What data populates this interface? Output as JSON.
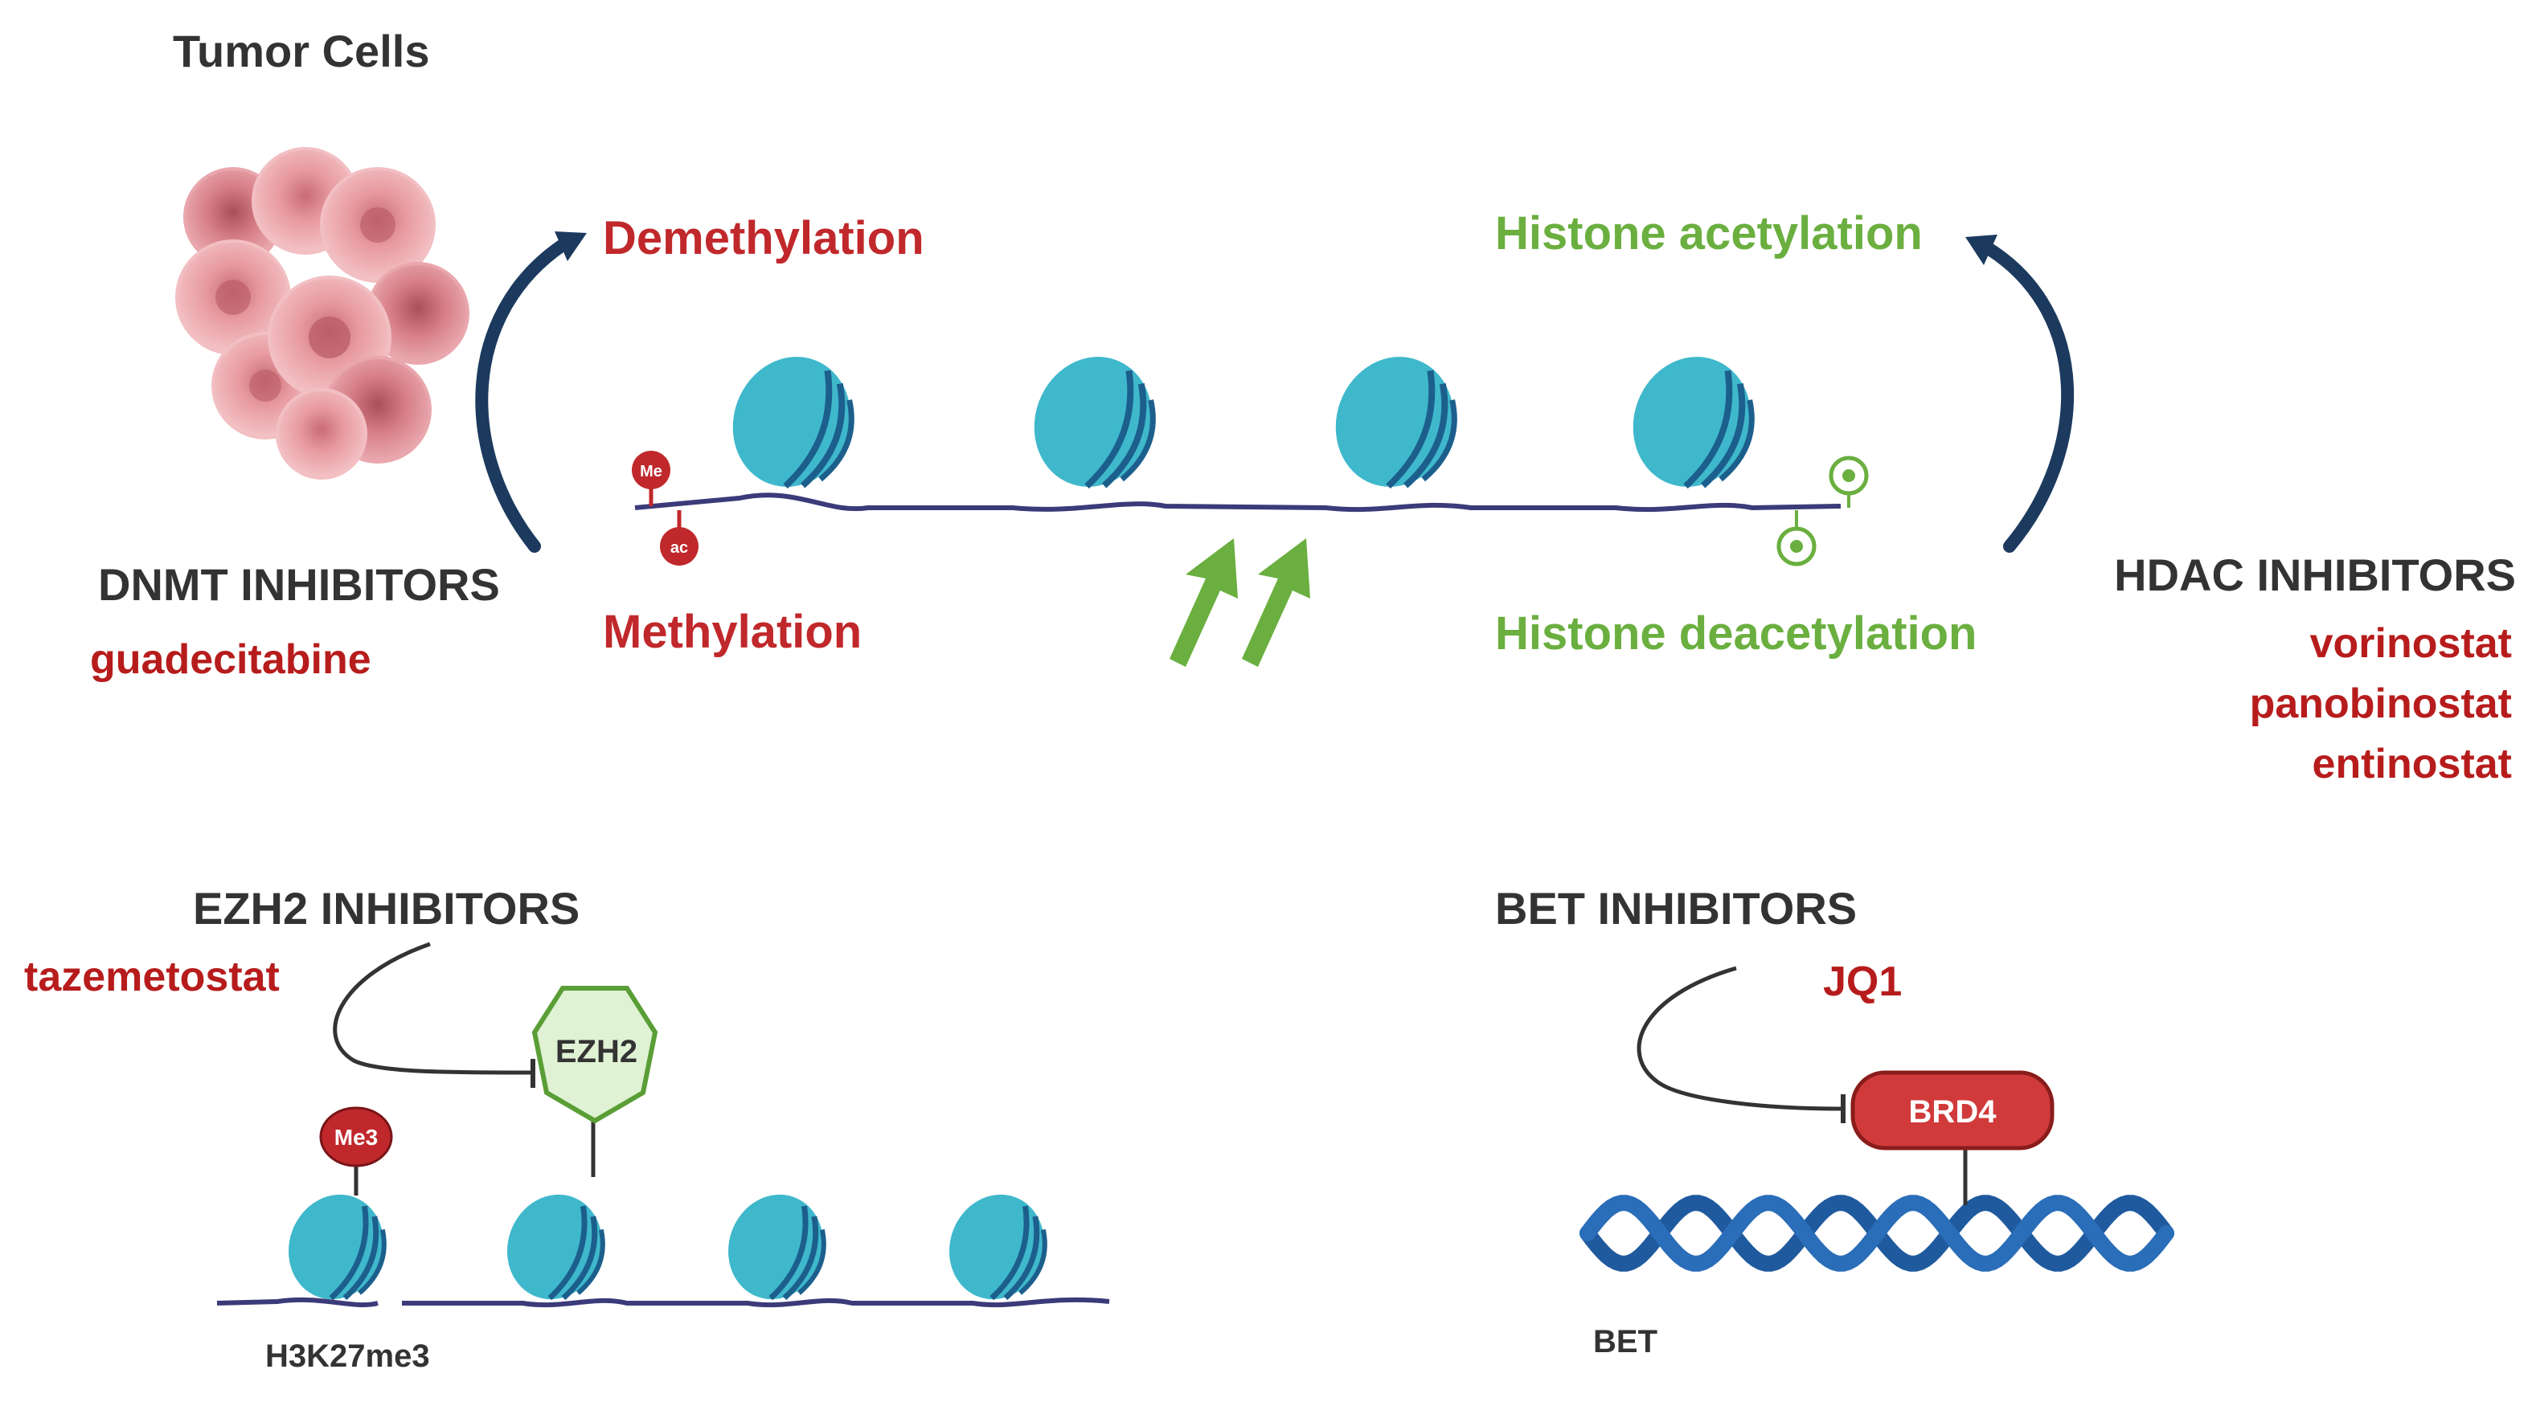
{
  "tumor": {
    "title": "Tumor Cells"
  },
  "dnmt": {
    "heading": "DNMT INHIBITORS",
    "drugs": [
      "guadecitabine"
    ],
    "demethylation": "Demethylation",
    "methylation": "Methylation"
  },
  "hdac": {
    "heading": "HDAC INHIBITORS",
    "drugs": [
      "vorinostat",
      "panobinostat",
      "entinostat"
    ],
    "acetylation": "Histone acetylation",
    "deacetylation": "Histone deacetylation"
  },
  "ezh2": {
    "heading": "EZH2 INHIBITORS",
    "drugs": [
      "tazemetostat"
    ],
    "enzyme": "EZH2",
    "mark": "Me3",
    "mark_label": "H3K27me3"
  },
  "bet": {
    "heading": "BET INHIBITORS",
    "drugs": [
      "JQ1"
    ],
    "protein": "BRD4",
    "label": "BET"
  },
  "chromatin_marks": {
    "me": "Me",
    "ac": "ac"
  },
  "colors": {
    "nucleosome": "#3fb8cc",
    "nucleosome_band": "#1c5f8c",
    "dna_strand": "#3b3b7a",
    "arrow_curve": "#1c3a5e",
    "green_arrow": "#6aaf3f",
    "methyl_mark": "#c0282b",
    "acetyl_mark": "#6aaf3f",
    "ezh2_fill": "#dff2d4",
    "ezh2_stroke": "#5a9e36",
    "brd4_fill": "#d13a3a",
    "helix": "#1f5a9e"
  }
}
